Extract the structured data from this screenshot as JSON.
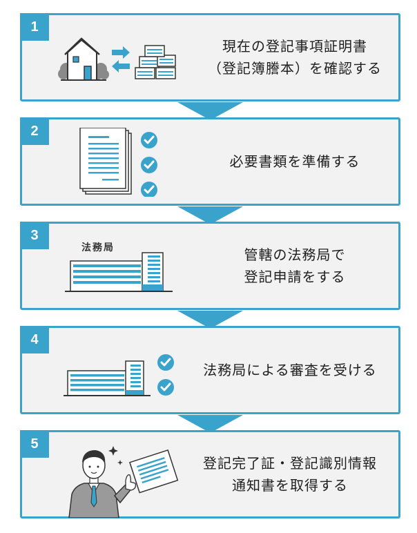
{
  "steps": [
    {
      "number": "1",
      "lines": [
        "現在の登記事項証明書",
        "（登記簿謄本）を確認する"
      ]
    },
    {
      "number": "2",
      "lines": [
        "必要書類を準備する"
      ]
    },
    {
      "number": "3",
      "lines": [
        "管轄の法務局で",
        "登記申請をする"
      ],
      "building_label": "法務局"
    },
    {
      "number": "4",
      "lines": [
        "法務局による審査を受ける"
      ]
    },
    {
      "number": "5",
      "lines": [
        "登記完了証・登記識別情報",
        "通知書を取得する"
      ]
    }
  ],
  "colors": {
    "accent": "#3aa3cc",
    "box_bg": "#f2f2f2",
    "line": "#333333"
  },
  "icons": [
    "house-icon",
    "exchange-arrows-icon",
    "documents-stack-icon",
    "checklist-document-icon",
    "check-circle-icon",
    "government-building-icon",
    "businessman-with-certificate-icon"
  ]
}
